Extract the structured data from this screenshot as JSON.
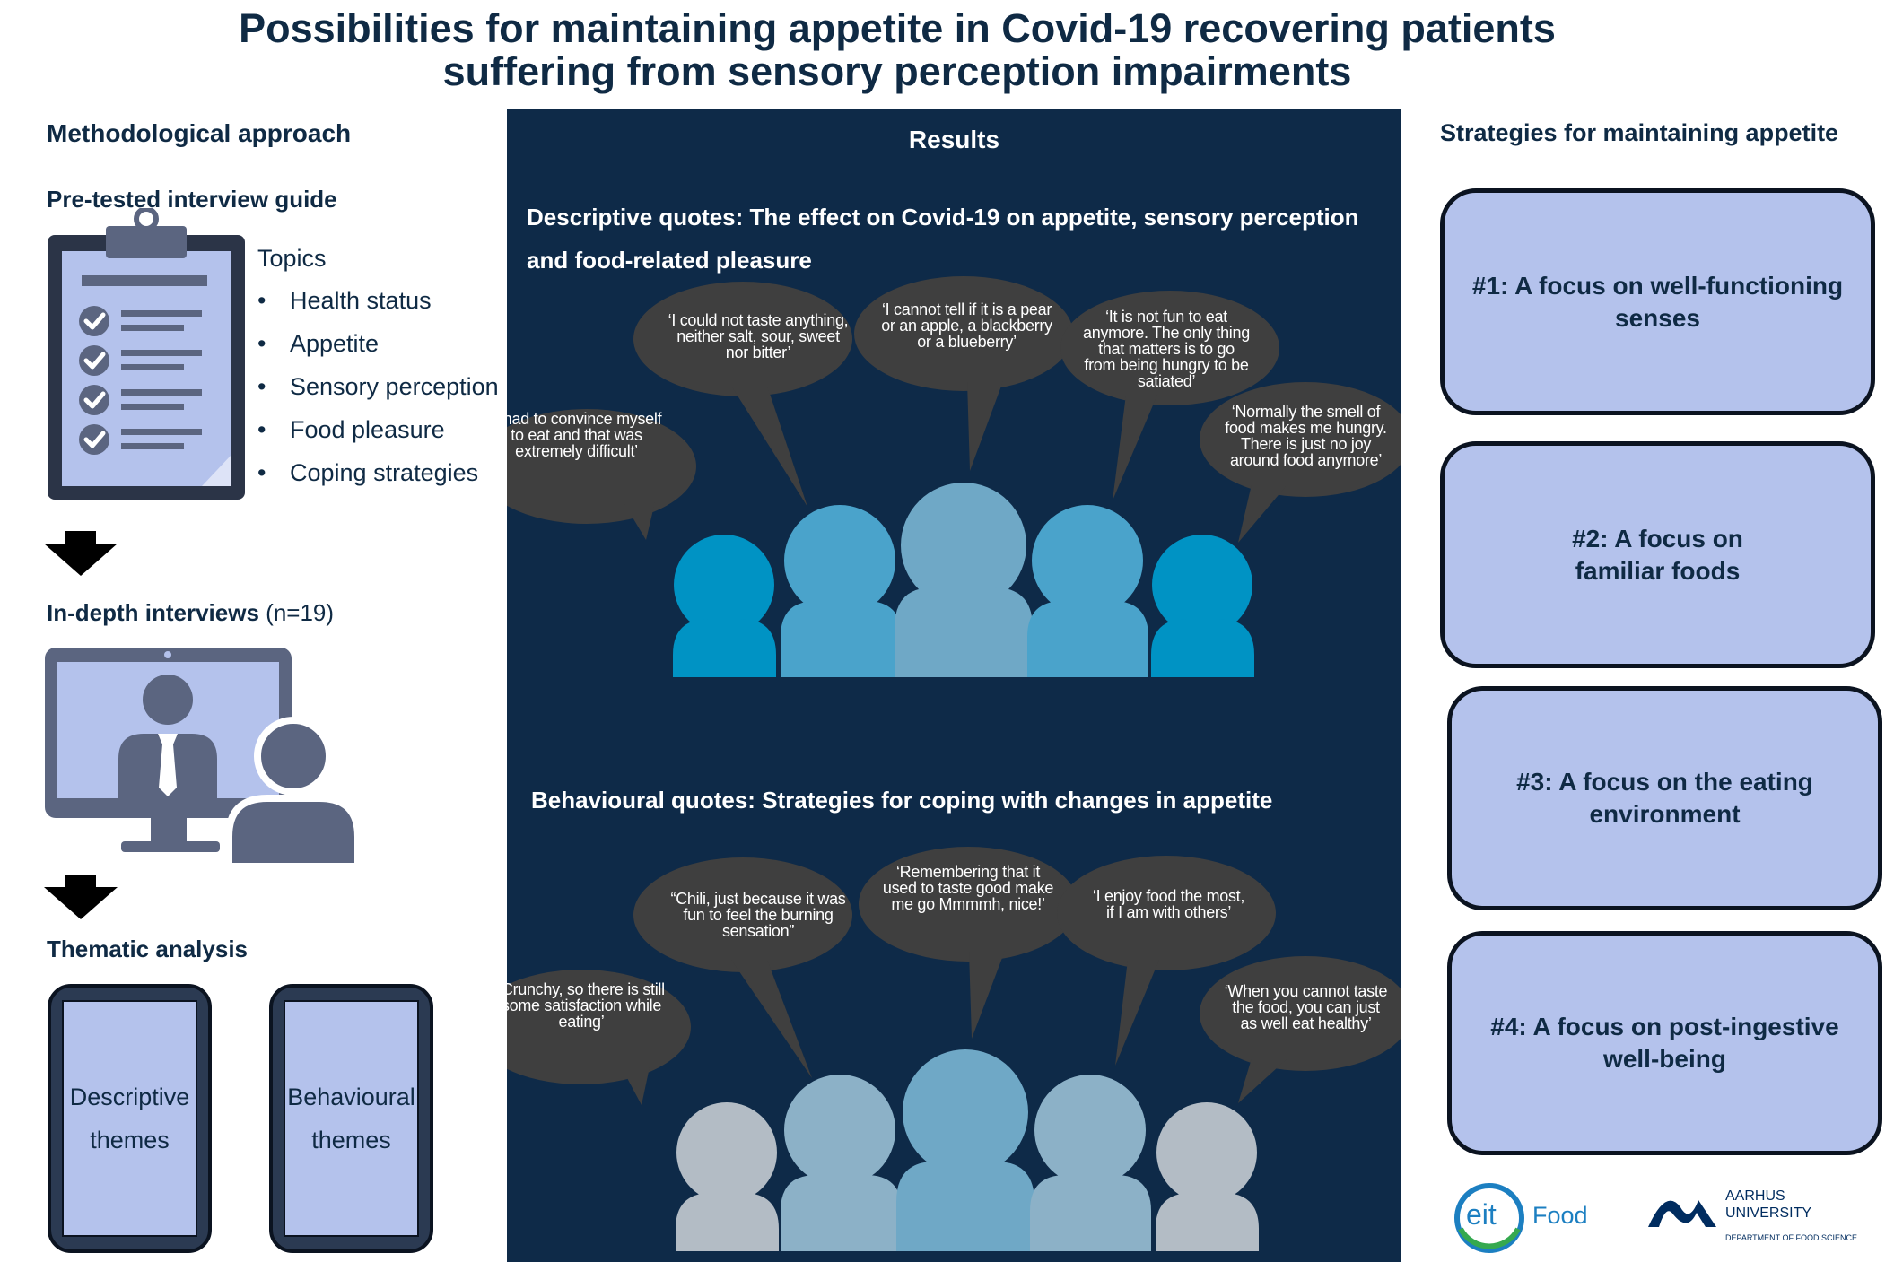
{
  "title": {
    "line1": "Possibilities for maintaining appetite in Covid-19 recovering patients",
    "line2": "suffering from sensory perception impairments"
  },
  "method": {
    "heading": "Methodological approach",
    "guide_heading": "Pre-tested interview guide",
    "topics_label": "Topics",
    "topics": [
      "Health status",
      "Appetite",
      "Sensory perception",
      "Food pleasure",
      "Coping strategies"
    ],
    "interviews_heading": "In-depth interviews",
    "interviews_n": "(n=19)",
    "analysis_heading": "Thematic analysis",
    "theme1": "Descriptive themes",
    "theme2": "Behavioural themes"
  },
  "results": {
    "heading": "Results",
    "descriptive_heading_line1": "Descriptive quotes: The effect on Covid-19 on appetite, sensory perception",
    "descriptive_heading_line2": "and food-related pleasure",
    "descriptive_quotes": [
      "‘I had to convince myself to eat and that was extremely difficult’",
      "‘I could not taste anything, neither salt, sour, sweet nor bitter’",
      "‘I cannot tell if it is a pear or an apple, a blackberry or a blueberry’",
      "‘It is not fun to eat anymore. The only thing that matters is to go from being hungry to be satiated’",
      "‘Normally the smell of food makes me hungry. There is just no joy around food anymore’"
    ],
    "behavioural_heading": "Behavioural quotes: Strategies for coping with changes in appetite",
    "behavioural_quotes": [
      "‘Crunchy, so there is still some satisfaction while eating’",
      "“Chili, just because it was fun to feel the burning sensation”",
      "‘Remembering that it used to taste good make me go Mmmmh, nice!’",
      "‘I enjoy food the most, if I am with others’",
      "‘When you cannot taste the food, you can just as well eat healthy’"
    ]
  },
  "strategies": {
    "heading": "Strategies for maintaining appetite",
    "items": [
      "#1: A focus on well-functioning senses",
      "#2: A focus on familiar foods",
      "#3: A focus on the eating environment",
      "#4: A focus on post-ingestive well-being"
    ]
  },
  "logos": {
    "eit_mark": "eit",
    "eit_text": "Food",
    "au_line1": "AARHUS",
    "au_line2": "UNIVERSITY",
    "au_line3": "DEPARTMENT OF FOOD SCIENCE"
  },
  "colors": {
    "navy": "#0e2a48",
    "title_text": "#0f2a44",
    "box_fill": "#b4c2ec",
    "bubble": "#3f3f3f",
    "person_blue": "#0093c4",
    "person_mid": "#4aa3cb",
    "person_light": "#6fa8c6",
    "person_grey": "#b3bcc5",
    "person_greyblue": "#8cb1c7",
    "icon_slate": "#5b6580"
  }
}
